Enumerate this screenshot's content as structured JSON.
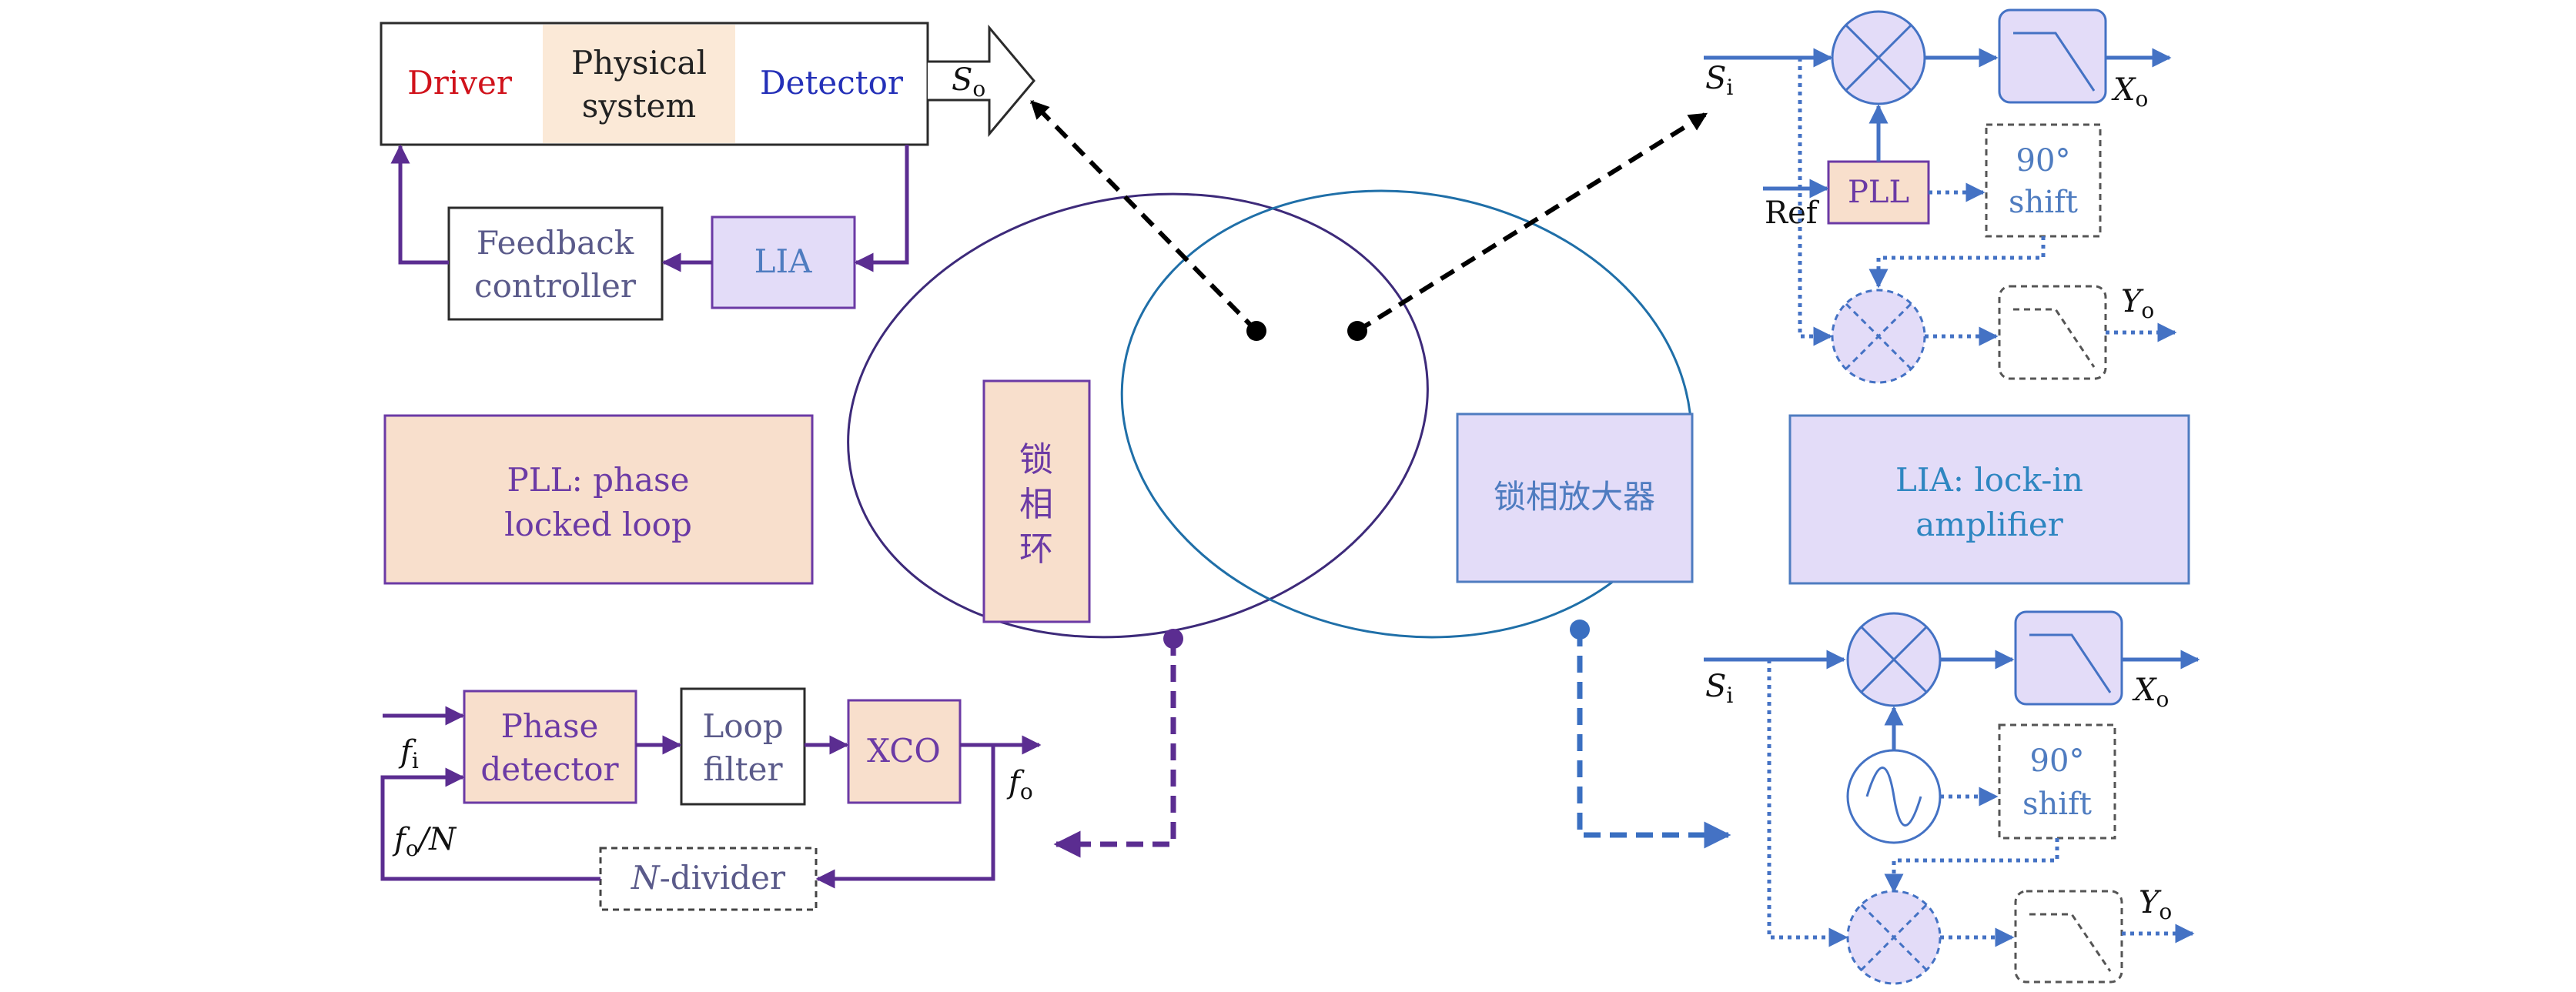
{
  "colors": {
    "purple": "#5b2d91",
    "purple_dark": "#3d2a7a",
    "blue": "#4472c4",
    "teal": "#2e86c1",
    "peach_fill": "#f8dfcc",
    "lavender_fill": "#e3dcf8",
    "driver_red": "#d0121b",
    "detector_blue": "#2430b8",
    "label_purple": "#6b3aa5",
    "label_blue": "#4f7cc0"
  },
  "feedback": {
    "driver": "Driver",
    "physical": "Physical",
    "system": "system",
    "detector": "Detector",
    "so_main": "S",
    "so_sub": "o",
    "lia": "LIA",
    "fb_line1": "Feedback",
    "fb_line2": "controller"
  },
  "legend": {
    "pll_line1": "PLL: phase",
    "pll_line2": "locked loop",
    "lia_line1": "LIA: lock-in",
    "lia_line2": "amplifier"
  },
  "venn": {
    "pll_chars": [
      "锁",
      "相",
      "环"
    ],
    "lia_text": "锁相放大器"
  },
  "pll_loop": {
    "phase_line1": "Phase",
    "phase_line2": "detector",
    "loop_line1": "Loop",
    "loop_line2": "filter",
    "xco": "XCO",
    "fi_main": "f",
    "fi_sub": "i",
    "fo_main": "f",
    "fo_sub": "o",
    "fon_main": "f",
    "fon_sub": "o",
    "fon_rest": "/N",
    "divider_n": "N",
    "divider_rest": "-divider"
  },
  "lia_top": {
    "si_main": "S",
    "si_sub": "i",
    "pll": "PLL",
    "ref": "Ref",
    "shift_deg": "90°",
    "shift": "shift",
    "xo_main": "X",
    "xo_sub": "o",
    "yo_main": "Y",
    "yo_sub": "o"
  },
  "lia_bottom": {
    "si_main": "S",
    "si_sub": "i",
    "shift_deg": "90°",
    "shift": "shift",
    "xo_main": "X",
    "xo_sub": "o",
    "yo_main": "Y",
    "yo_sub": "o"
  }
}
